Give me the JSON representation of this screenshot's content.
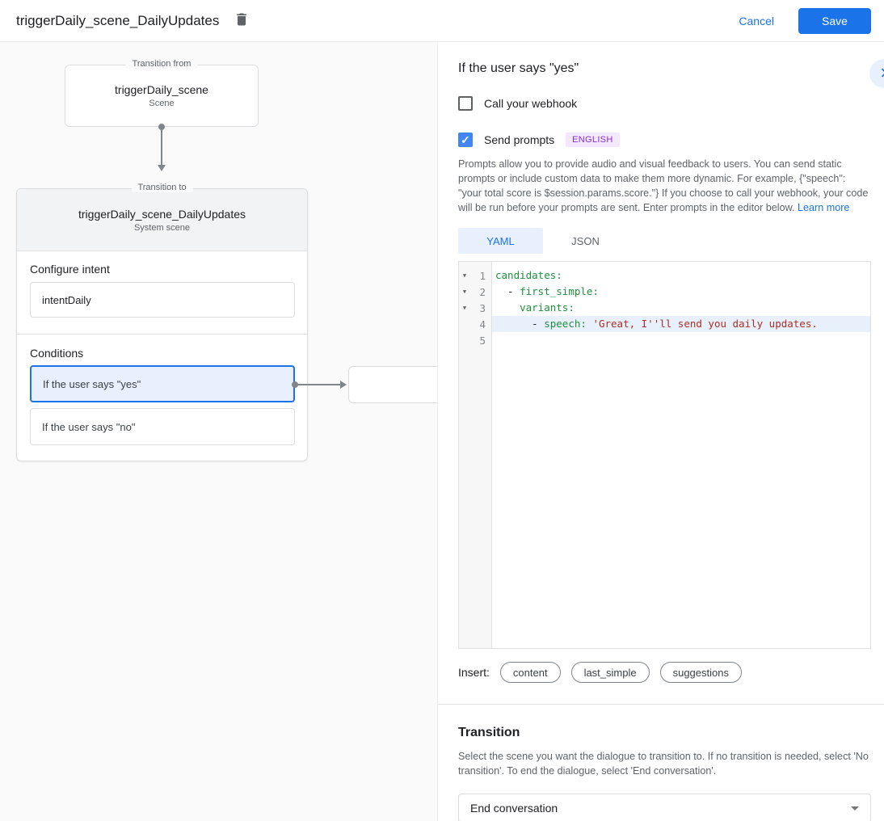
{
  "topbar": {
    "title": "triggerDaily_scene_DailyUpdates",
    "cancel_label": "Cancel",
    "save_label": "Save"
  },
  "canvas": {
    "from_box": {
      "legend": "Transition from",
      "title": "triggerDaily_scene",
      "subtitle": "Scene"
    },
    "to_box": {
      "legend": "Transition to",
      "title": "triggerDaily_scene_DailyUpdates",
      "subtitle": "System scene",
      "configure_intent_label": "Configure intent",
      "intent_value": "intentDaily",
      "conditions_label": "Conditions",
      "conditions": [
        {
          "label": "If the user says \"yes\"",
          "selected": true
        },
        {
          "label": "If the user says \"no\"",
          "selected": false
        }
      ]
    }
  },
  "panel": {
    "heading": "If the user says \"yes\"",
    "webhook_label": "Call your webhook",
    "webhook_checked": false,
    "send_prompts_label": "Send prompts",
    "send_prompts_checked": true,
    "language_badge": "ENGLISH",
    "description": "Prompts allow you to provide audio and visual feedback to users. You can send static prompts or include custom data to make them more dynamic. For example, {\"speech\": \"your total score is $session.params.score.\"} If you choose to call your webhook, your code will be run before your prompts are sent. Enter prompts in the editor below.",
    "learn_more_label": "Learn more",
    "tabs": [
      {
        "label": "YAML",
        "active": true
      },
      {
        "label": "JSON",
        "active": false
      }
    ],
    "editor": {
      "lines": [
        {
          "num": 1,
          "fold": true,
          "highlight": false,
          "tokens": [
            {
              "t": "candidates:",
              "c": "key"
            }
          ]
        },
        {
          "num": 2,
          "fold": true,
          "highlight": false,
          "tokens": [
            {
              "t": "  - ",
              "c": "plain"
            },
            {
              "t": "first_simple:",
              "c": "key"
            }
          ]
        },
        {
          "num": 3,
          "fold": true,
          "highlight": false,
          "tokens": [
            {
              "t": "    ",
              "c": "plain"
            },
            {
              "t": "variants:",
              "c": "key"
            }
          ]
        },
        {
          "num": 4,
          "fold": false,
          "highlight": true,
          "tokens": [
            {
              "t": "      - ",
              "c": "plain"
            },
            {
              "t": "speech:",
              "c": "key"
            },
            {
              "t": " ",
              "c": "plain"
            },
            {
              "t": "'Great, I''ll send you daily updates.",
              "c": "string"
            }
          ]
        },
        {
          "num": 5,
          "fold": false,
          "highlight": false,
          "tokens": []
        }
      ]
    },
    "insert_label": "Insert:",
    "chips": [
      "content",
      "last_simple",
      "suggestions"
    ],
    "transition": {
      "heading": "Transition",
      "description": "Select the scene you want the dialogue to transition to. If no transition is needed, select 'No transition'. To end the dialogue, select 'End conversation'.",
      "dropdown_value": "End conversation"
    }
  },
  "colors": {
    "accent_blue": "#1a73e8",
    "checkbox_blue": "#4285f4",
    "selected_condition_bg": "#e8f0fe",
    "badge_bg": "#f3e8fd",
    "badge_text": "#8430ce",
    "yaml_key": "#1e8e3e",
    "yaml_string": "#ab2e24",
    "line_highlight": "#e8f1fb",
    "canvas_bg": "#fafafa",
    "card_header_bg": "#f1f3f4"
  },
  "icons": {
    "delete": "trash-icon",
    "panel_expand": "chevron-right-icon",
    "dropdown": "caret-down-icon"
  }
}
